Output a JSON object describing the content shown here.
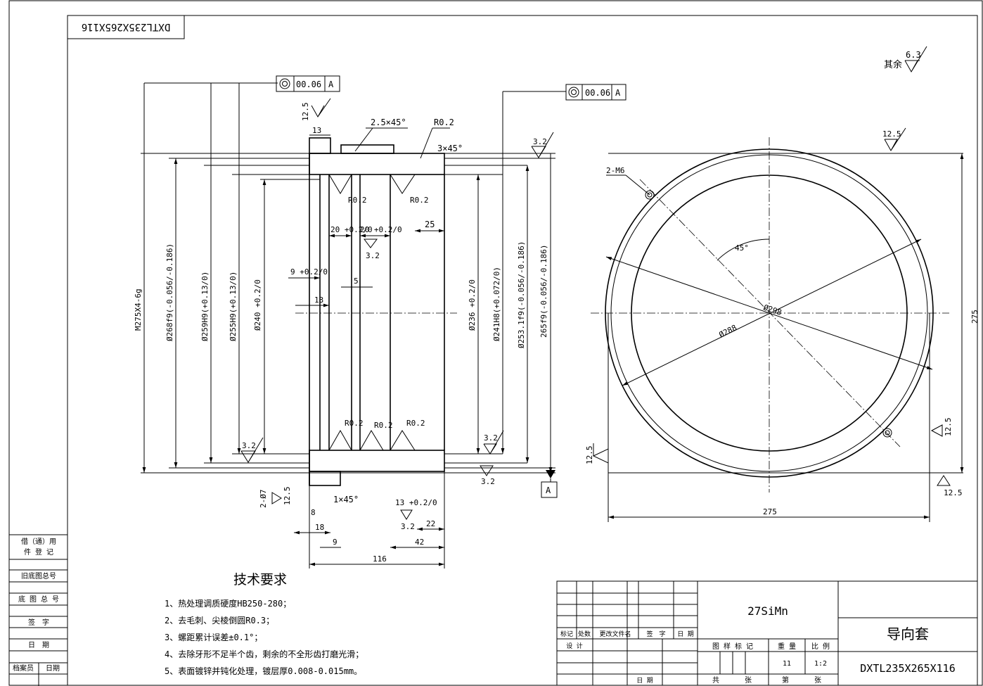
{
  "drawing_code_mirrored": "DXTL235X265X116",
  "surface_finish_default": {
    "label": "其余",
    "value": "6.3"
  },
  "geometric_tolerances": [
    {
      "symbol": "◎",
      "value": "00.06",
      "datum": "A"
    },
    {
      "symbol": "◎",
      "value": "00.06",
      "datum": "A"
    }
  ],
  "datum_label": "A",
  "section_view": {
    "diameter_labels": [
      "M275X4-6g",
      "Ø268f9(-0.056/-0.186)",
      "Ø259H9(+0.13/0)",
      "Ø255H9(+0.13/0)",
      "Ø240 +0.2/0",
      "Ø236 +0.2/0",
      "Ø241H8(+0.072/0)",
      "Ø253.1f9(-0.056/-0.186)",
      "265f9(-0.056/-0.186)"
    ],
    "feature_labels": [
      "2.5×45°",
      "R0.2",
      "3×45°",
      "R0.2",
      "R0.2",
      "1×45°",
      "2-Ø7"
    ],
    "width_labels": [
      "13",
      "20 +0.2/0",
      "20 +0.2/0",
      "25",
      "9 +0.2/0",
      "5",
      "13",
      "13 +0.2/0",
      "8",
      "18",
      "9",
      "22",
      "42",
      "116"
    ],
    "roughness": [
      "12.5",
      "3.2",
      "3.2",
      "3.2",
      "3.2",
      "12.5",
      "3.2",
      "3.2"
    ]
  },
  "front_view": {
    "labels": [
      "2-M6",
      "45°",
      "Ø288",
      "Ø298",
      "275",
      "275"
    ],
    "roughness": [
      "12.5",
      "12.5",
      "12.5",
      "12.5"
    ]
  },
  "tech_requirements": {
    "title": "技术要求",
    "items": [
      "1、热处理调质硬度HB250-280；",
      "2、去毛刺、尖棱倒圆R0.3；",
      "3、螺距累计误差±0.1°；",
      "4、去除牙形不足半个齿，剩余的不全形齿打磨光滑；",
      "5、表面镀锌并钝化处理，镀层厚0.008-0.015mm。"
    ]
  },
  "left_strip": [
    "借（通）用",
    "件 登 记",
    "旧底图总号",
    "底 图 总 号",
    "签　字",
    "日　期",
    "档案员",
    "日期"
  ],
  "title_block": {
    "material": "27SiMn",
    "part_name": "导向套",
    "drawing_number": "DXTL235X265X116",
    "rev_headers": [
      "标记",
      "处数",
      "更改文件名",
      "签　字",
      "日 期"
    ],
    "design_label": "设 计",
    "date_label": "日 期",
    "stage_label": "图 样 标 记",
    "weight_label": "重 量",
    "scale_label": "比 例",
    "weight": "11",
    "scale": "1:2",
    "sheets_total": "共",
    "sheet_unit": "张",
    "sheet_no": "第",
    "sheet_unit2": "张"
  },
  "colors": {
    "line": "#000000",
    "paper": "#ffffff"
  }
}
